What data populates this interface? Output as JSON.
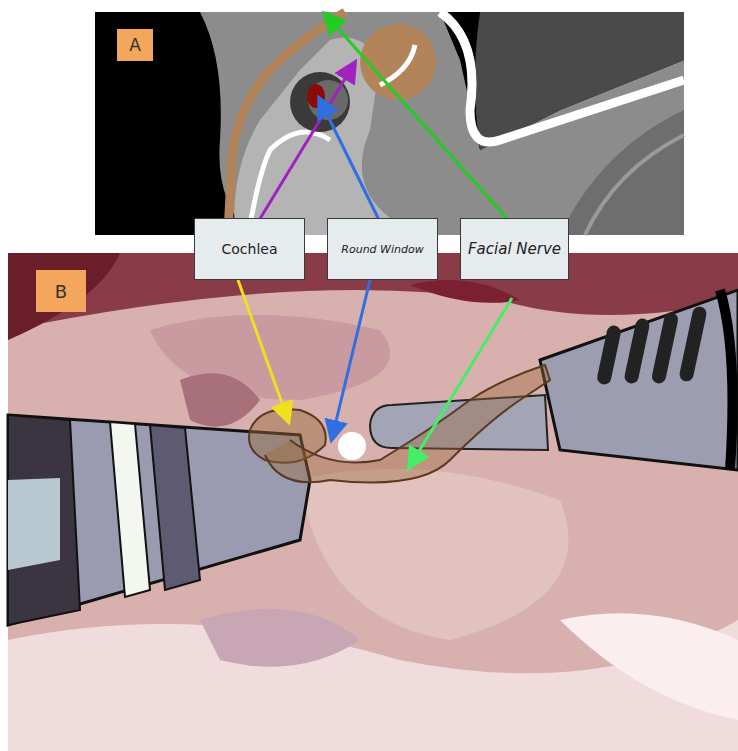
{
  "diagram": {
    "nodes": [
      {
        "text": [
          "A"
        ]
      },
      {
        "text": [
          "Cochlea"
        ]
      },
      {
        "text": [
          "Round Window"
        ]
      },
      {
        "text": [
          "Facial Nerve"
        ]
      },
      {
        "text": [
          "B"
        ]
      }
    ]
  }
}
